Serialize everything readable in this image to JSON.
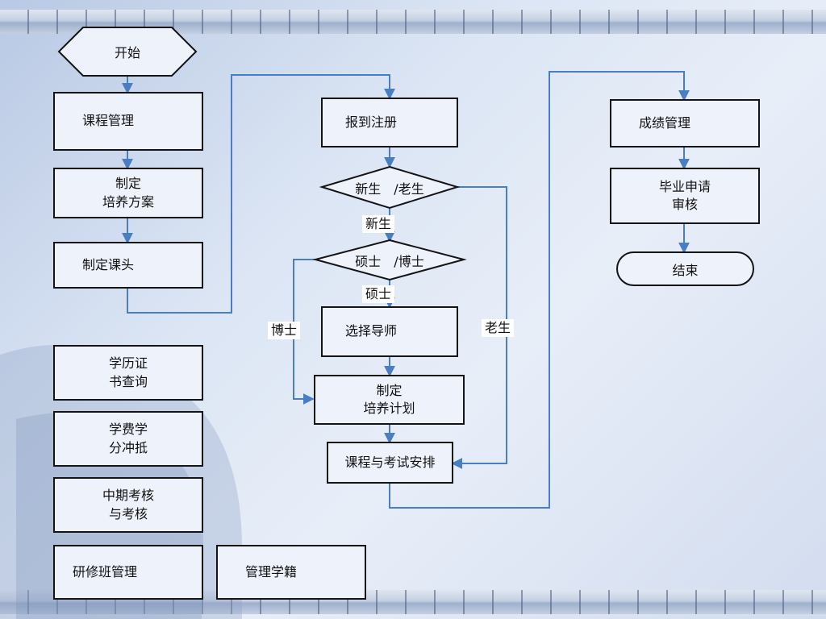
{
  "nodes": {
    "start": "开始",
    "course_mgmt": "课程管理",
    "make_plan": "制定\n培养方案",
    "make_course": "制定课头",
    "degree_check": "学历证\n书查询",
    "fee_offset": "学费学\n分冲抵",
    "midterm": "中期考核\n与考核",
    "training_class": "研修班管理",
    "student_status": "管理学籍",
    "register": "报到注册",
    "new_old": "新生　/老生",
    "master_phd": "硕士　/博士",
    "choose_advisor": "选择导师",
    "make_training_plan": "制定\n培养计划",
    "course_exam": "课程与考试安排",
    "grades": "成绩管理",
    "graduation": "毕业申请\n审核",
    "end": "结束"
  },
  "edge_labels": {
    "new": "新生",
    "master": "硕士",
    "phd": "博士",
    "old": "老生"
  },
  "colors": {
    "connector": "#4a7ec2",
    "box_fill": "#eef2fa",
    "box_border": "#141414"
  }
}
